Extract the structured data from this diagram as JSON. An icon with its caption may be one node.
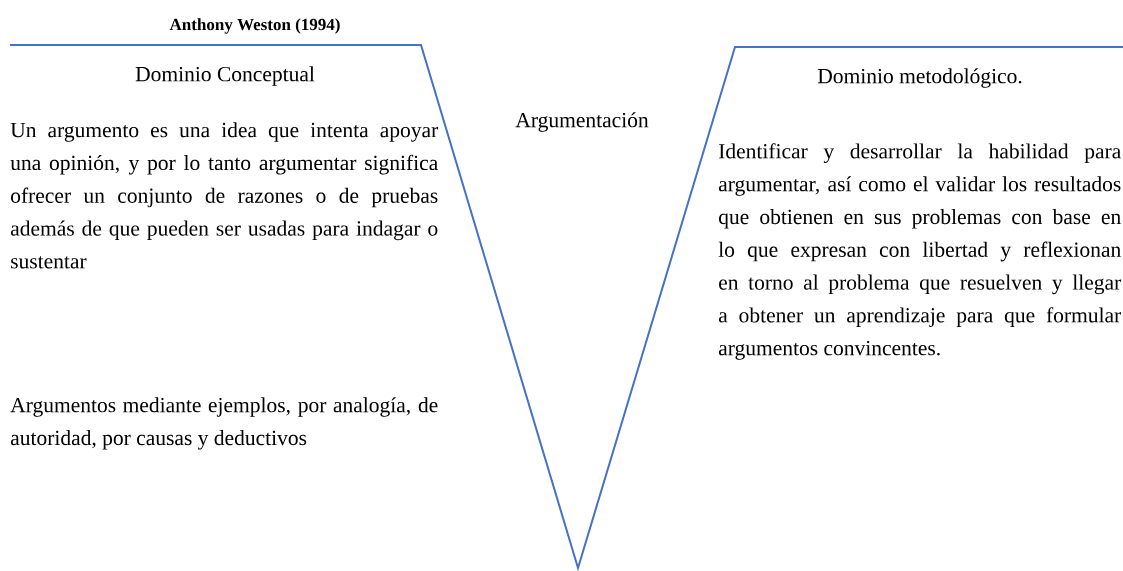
{
  "diagram": {
    "title": "Anthony Weston (1994)",
    "labels": [
      "Dominio Conceptual",
      "Argumentación",
      "Dominio metodológico.",
      "Un argumento es una idea que intenta apoyar una opinión, y por lo tanto argumentar significa ofrecer un conjunto de razones o de pruebas además de que pueden ser usadas para indagar o sustentar",
      "Identificar y desarrollar la habilidad para argumentar, así como el validar los resultados que obtienen en sus problemas con base en lo que expresan con libertad y reflexionan en torno al problema que resuelven y llegar a obtener un aprendizaje para que formular argumentos convincentes.",
      "Argumentos mediante ejemplos, por analogía, de autoridad, por causas y deductivos"
    ]
  }
}
